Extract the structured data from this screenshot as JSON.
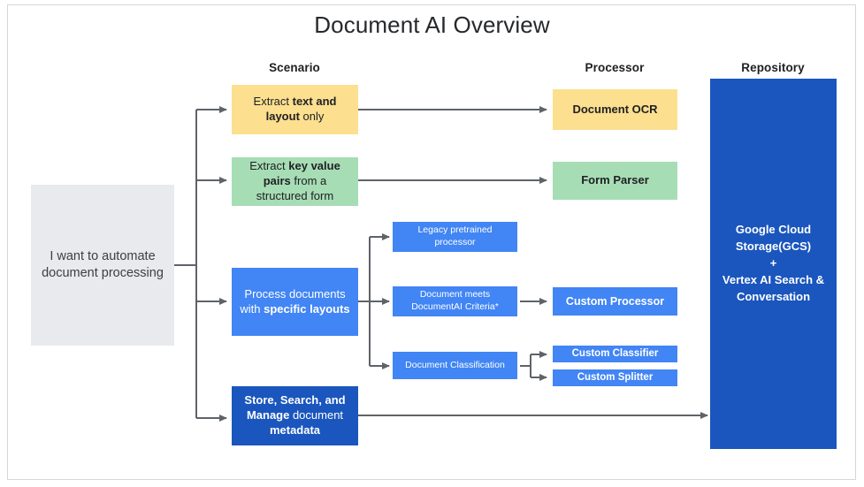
{
  "page": {
    "title": "Document AI Overview",
    "background": "#ffffff",
    "border_color": "#d6d6d6"
  },
  "columns": [
    {
      "id": "scenario",
      "label": "Scenario"
    },
    {
      "id": "processor",
      "label": "Processor"
    },
    {
      "id": "repository",
      "label": "Repository"
    }
  ],
  "colors": {
    "gray": "#e8eaed",
    "yellow": "#fcdf8f",
    "green": "#a7ddb5",
    "blue": "#4285f4",
    "dark_blue": "#1a56bd",
    "connector": "#5f6368",
    "text_dark": "#202124",
    "text_light": "#ffffff"
  },
  "entry": {
    "label": "I want to automate document processing",
    "color": "#e8eaed"
  },
  "scenarios": [
    {
      "id": "extract-text-layout",
      "label": "Extract text and layout only",
      "bold_parts": [
        "text and layout"
      ],
      "color": "#fcdf8f"
    },
    {
      "id": "extract-key-value",
      "label": "Extract key value pairs from a structured form",
      "bold_parts": [
        "key value pairs"
      ],
      "color": "#a7ddb5"
    },
    {
      "id": "process-specific-layouts",
      "label": "Process documents with specific layouts",
      "bold_parts": [
        "specific layouts"
      ],
      "color": "#4285f4"
    },
    {
      "id": "store-search-manage",
      "label": "Store, Search, and Manage document metadata",
      "bold_parts": [
        "Store, Search, and Manage",
        "metadata"
      ],
      "color": "#1a56bd"
    }
  ],
  "criteria": [
    {
      "id": "legacy-pretrained",
      "label": "Legacy pretrained processor",
      "color": "#4285f4"
    },
    {
      "id": "meets-documentai",
      "label": "Document meets DocumentAI Criteria*",
      "color": "#4285f4"
    },
    {
      "id": "document-classification",
      "label": "Document Classification",
      "color": "#4285f4"
    }
  ],
  "processors": [
    {
      "id": "document-ocr",
      "label": "Document OCR",
      "color": "#fcdf8f"
    },
    {
      "id": "form-parser",
      "label": "Form Parser",
      "color": "#a7ddb5"
    },
    {
      "id": "custom-processor",
      "label": "Custom Processor",
      "color": "#4285f4"
    },
    {
      "id": "custom-classifier",
      "label": "Custom Classifier",
      "color": "#4285f4"
    },
    {
      "id": "custom-splitter",
      "label": "Custom Splitter",
      "color": "#4285f4"
    }
  ],
  "repository": {
    "id": "gcs-vertex",
    "line1": "Google Cloud",
    "line2": "Storage(GCS)",
    "line3": "+",
    "line4": "Vertex AI Search &",
    "line5": "Conversation",
    "color": "#1a56bd"
  }
}
